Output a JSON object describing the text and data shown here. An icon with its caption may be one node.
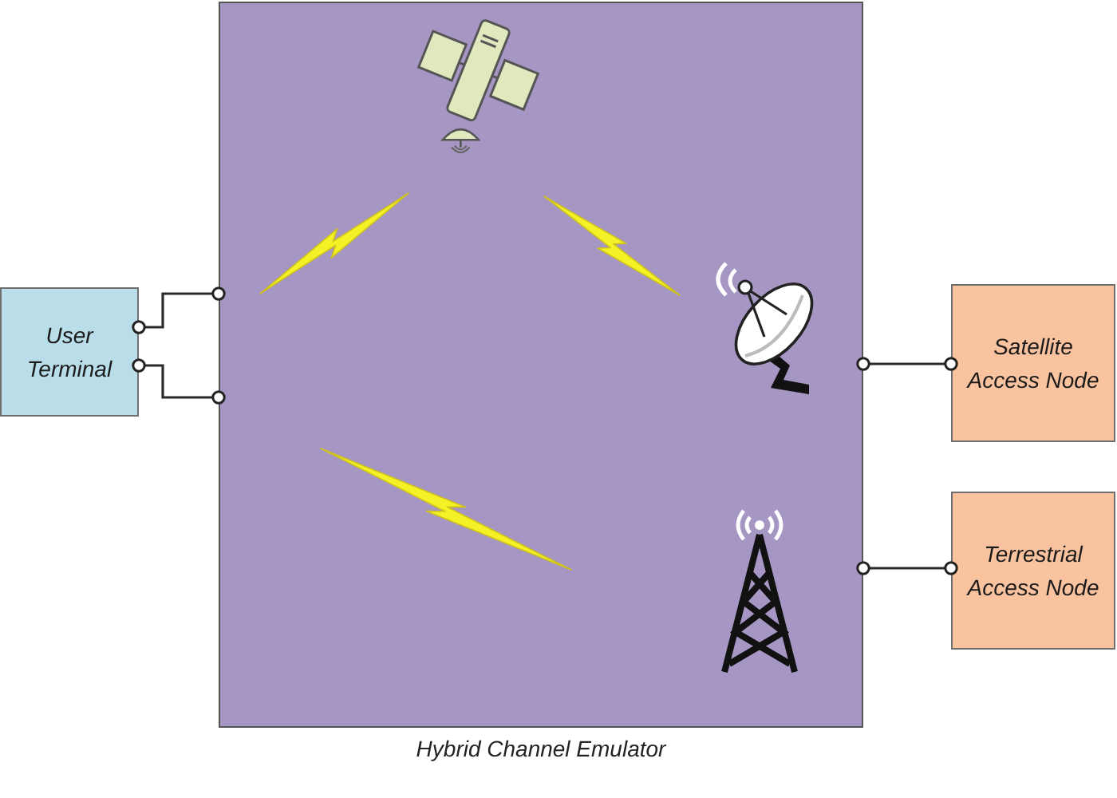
{
  "diagram": {
    "nodes": [
      {
        "text": [
          "Hybrid Channel Emulator"
        ]
      },
      {
        "text": [
          "User Terminal"
        ]
      },
      {
        "text": [
          "Satellite Access Node"
        ]
      },
      {
        "text": [
          "Terrestrial Access Node"
        ]
      }
    ],
    "edges": [
      {
        "from": 1,
        "to": 0,
        "arrow": "other"
      },
      {
        "from": 1,
        "to": 0,
        "arrow": "other"
      },
      {
        "from": 0,
        "to": 2,
        "arrow": "other"
      },
      {
        "from": 0,
        "to": 3,
        "arrow": "other"
      }
    ]
  }
}
